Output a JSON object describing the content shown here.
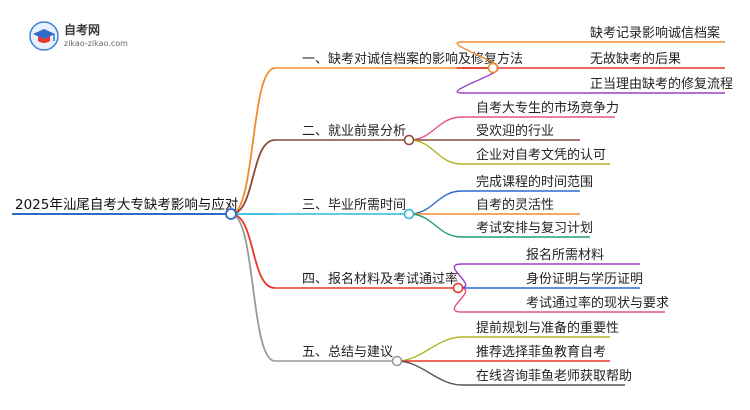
{
  "logo": {
    "title": "自考网",
    "url": "zikao-zikao.com",
    "icon": "graduation-cap-icon"
  },
  "mindmap": {
    "root": {
      "label": "2025年汕尾自考大专缺考影响与应对"
    },
    "branches": [
      {
        "label": "一、缺考对诚信档案的影响及修复方法",
        "color": "#f08c2c",
        "children": [
          {
            "label": "缺考记录影响诚信档案",
            "color": "#f08c2c"
          },
          {
            "label": "无故缺考的后果",
            "color": "#e8372a"
          },
          {
            "label": "正当理由缺考的修复流程",
            "color": "#9b40c8"
          }
        ]
      },
      {
        "label": "二、就业前景分析",
        "color": "#8c4a3a",
        "children": [
          {
            "label": "自考大专生的市场竞争力",
            "color": "#e6508f"
          },
          {
            "label": "受欢迎的行业",
            "color": "#8c4a3a"
          },
          {
            "label": "企业对自考文凭的认可",
            "color": "#b0b42a"
          }
        ]
      },
      {
        "label": "三、毕业所需时间",
        "color": "#2cb8d8",
        "children": [
          {
            "label": "完成课程的时间范围",
            "color": "#2d6bc8"
          },
          {
            "label": "自考的灵活性",
            "color": "#f08c2c"
          },
          {
            "label": "考试安排与复习计划",
            "color": "#22a06a"
          }
        ]
      },
      {
        "label": "四、报名材料及考试通过率",
        "color": "#e8372a",
        "children": [
          {
            "label": "报名所需材料",
            "color": "#9b40c8"
          },
          {
            "label": "身份证明与学历证明",
            "color": "#2d6bc8"
          },
          {
            "label": "考试通过率的现状与要求",
            "color": "#e6508f"
          }
        ]
      },
      {
        "label": "五、总结与建议",
        "color": "#999999",
        "children": [
          {
            "label": "提前规划与准备的重要性",
            "color": "#b0b42a"
          },
          {
            "label": "推荐选择菲鱼教育自考",
            "color": "#e8372a"
          },
          {
            "label": "在线咨询菲鱼老师获取帮助",
            "color": "#555555"
          }
        ]
      }
    ]
  }
}
